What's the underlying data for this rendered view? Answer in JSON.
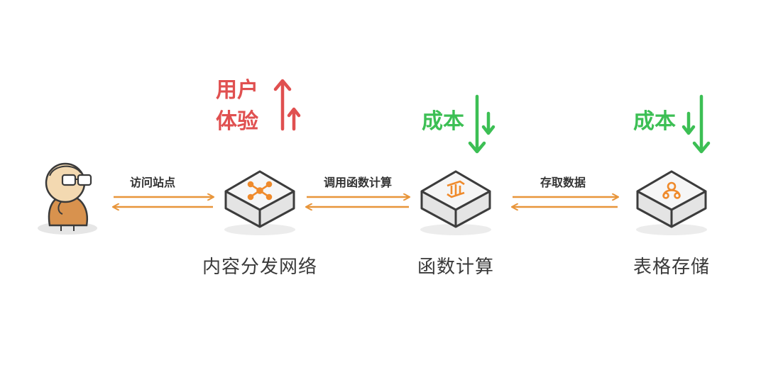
{
  "colors": {
    "up": "#e05050",
    "down": "#3cbf54",
    "flow": "#e8953a",
    "box_top": "#f6f6f6",
    "box_side": "#e4e4e4",
    "box_stroke": "#3c3c3c",
    "icon": "#ef8a2b",
    "label": "#3a3a3a"
  },
  "nodes": {
    "user": {
      "icon": "user-avatar"
    },
    "cdn": {
      "label": "内容分发网络",
      "icon": "network-hub-icon"
    },
    "fc": {
      "label": "函数计算",
      "icon": "function-compute-icon"
    },
    "ots": {
      "label": "表格存储",
      "icon": "table-store-icon"
    }
  },
  "edges": {
    "user_cdn": "访问站点",
    "cdn_fc": "调用函数计算",
    "fc_ots": "存取数据"
  },
  "metrics": {
    "cdn": {
      "line1": "用户",
      "line2": "体验",
      "direction": "up"
    },
    "fc": {
      "text": "成本",
      "direction": "down"
    },
    "ots": {
      "text": "成本",
      "direction": "down"
    }
  }
}
